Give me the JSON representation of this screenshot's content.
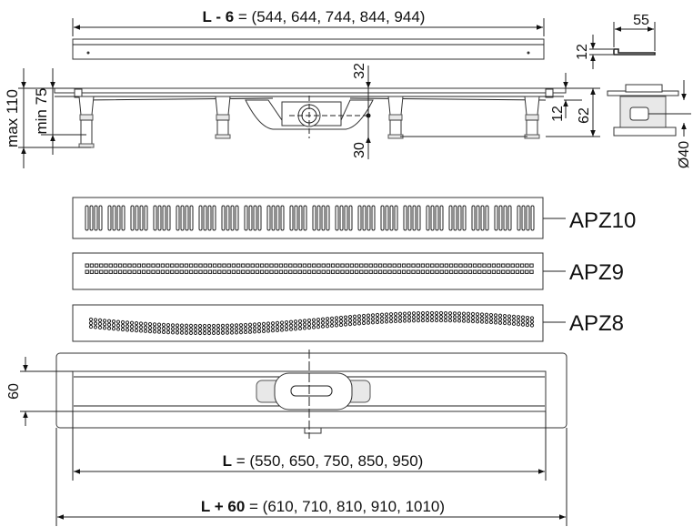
{
  "dimensions": {
    "top_length": {
      "bold": "L - 6",
      "rest": " = (544, 644, 744, 844, 944)"
    },
    "profile_width": "55",
    "profile_height": "12",
    "max_height": "max 110",
    "min_height": "min 75",
    "outlet_top": "32",
    "outlet_bottom": "30",
    "frame_height": "12",
    "total_height": "62",
    "outlet_diameter": "Ø40",
    "channel_width": "60",
    "length": {
      "bold": "L",
      "rest": " = (550, 650, 750, 850, 950)"
    },
    "total_length": {
      "bold": "L + 60",
      "rest": " = (610, 710, 810, 910, 1010)"
    }
  },
  "grates": [
    {
      "label": "APZ10",
      "pattern": "slots"
    },
    {
      "label": "APZ9",
      "pattern": "squares"
    },
    {
      "label": "APZ8",
      "pattern": "waves"
    }
  ]
}
